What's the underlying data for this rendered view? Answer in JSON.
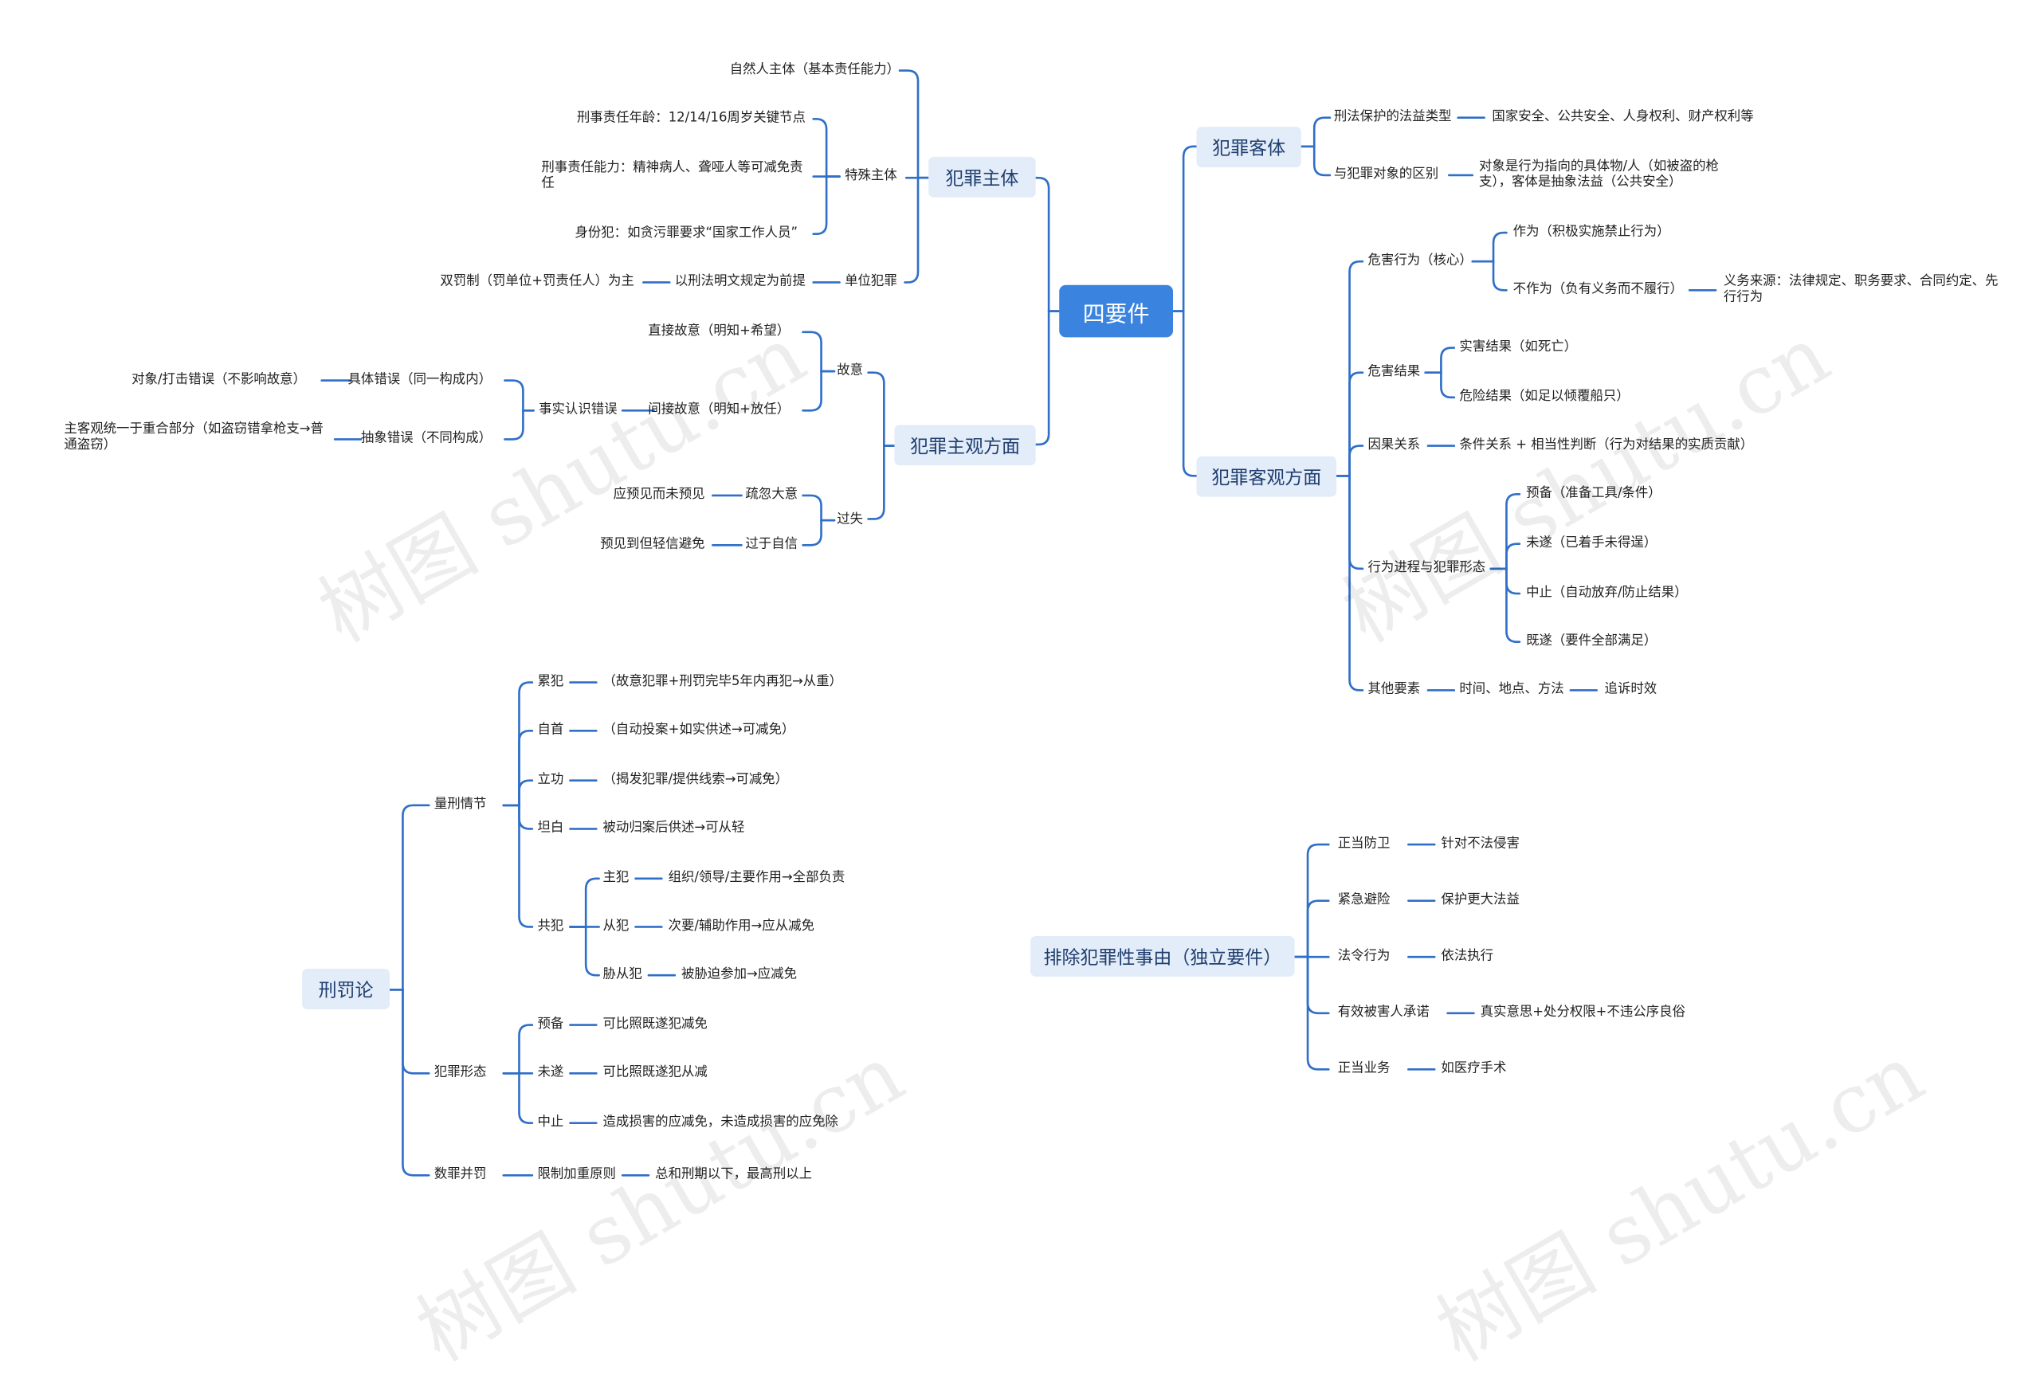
{
  "root": "四要件",
  "subject": {
    "title": "犯罪主体",
    "natural": "自然人主体（基本责任能力）",
    "special": "特殊主体",
    "age": "刑事责任年龄：12/14/16周岁关键节点",
    "capacity": "刑事责任能力：精神病人、聋哑人等可减免责任",
    "identity": "身份犯：如贪污罪要求“国家工作人员”",
    "unit": "单位犯罪",
    "unit_premise": "以刑法明文规定为前提",
    "unit_penalty": "双罚制（罚单位+罚责任人）为主"
  },
  "subjective": {
    "title": "犯罪主观方面",
    "intent": "故意",
    "direct": "直接故意（明知+希望）",
    "indirect": "间接故意（明知+放任）",
    "fact_error": "事实认识错误",
    "concrete": "具体错误（同一构成内）",
    "concrete_note": "对象/打击错误（不影响故意）",
    "abstract": "抽象错误（不同构成）",
    "abstract_note": "主客观统一于重合部分（如盗窃错拿枪支→普通盗窃）",
    "negligence": "过失",
    "careless": "疏忽大意",
    "careless_note": "应预见而未预见",
    "overconfident": "过于自信",
    "overconfident_note": "预见到但轻信避免"
  },
  "object": {
    "title": "犯罪客体",
    "types": "刑法保护的法益类型",
    "types_note": "国家安全、公共安全、人身权利、财产权利等",
    "diff": "与犯罪对象的区别",
    "diff_note": "对象是行为指向的具体物/人（如被盗的枪支），客体是抽象法益（公共安全）"
  },
  "objective": {
    "title": "犯罪客观方面",
    "act": "危害行为（核心）",
    "commission": "作为（积极实施禁止行为）",
    "omission": "不作为（负有义务而不履行）",
    "duty": "义务来源：法律规定、职务要求、合同约定、先行行为",
    "result": "危害结果",
    "actual": "实害结果（如死亡）",
    "danger": "危险结果（如足以倾覆船只）",
    "causation": "因果关系",
    "causation_note": "条件关系 + 相当性判断（行为对结果的实质贡献）",
    "stages": "行为进程与犯罪形态",
    "prep": "预备（准备工具/条件）",
    "attempt": "未遂（已着手未得逞）",
    "abandon": "中止（自动放弃/防止结果）",
    "complete": "既遂（要件全部满足）",
    "other": "其他要素",
    "other_note": "时间、地点、方法",
    "limitation": "追诉时效"
  },
  "exclusion": {
    "title": "排除犯罪性事由（独立要件）",
    "items": [
      {
        "k": "正当防卫",
        "v": "针对不法侵害"
      },
      {
        "k": "紧急避险",
        "v": "保护更大法益"
      },
      {
        "k": "法令行为",
        "v": "依法执行"
      },
      {
        "k": "有效被害人承诺",
        "v": "真实意思+处分权限+不违公序良俗"
      },
      {
        "k": "正当业务",
        "v": "如医疗手术"
      }
    ]
  },
  "penalty": {
    "title": "刑罚论",
    "sentencing": "量刑情节",
    "recid": "累犯",
    "recid_note": "（故意犯罪+刑罚完毕5年内再犯→从重）",
    "surrender": "自首",
    "surrender_note": "（自动投案+如实供述→可减免）",
    "merit": "立功",
    "merit_note": "（揭发犯罪/提供线索→可减免）",
    "confess": "坦白",
    "confess_note": "被动归案后供述→可从轻",
    "joint": "共犯",
    "principal": "主犯",
    "principal_note": "组织/领导/主要作用→全部负责",
    "accessory": "从犯",
    "accessory_note": "次要/辅助作用→应从减免",
    "coerced": "胁从犯",
    "coerced_note": "被胁迫参加→应减免",
    "forms": "犯罪形态",
    "f_prep": "预备",
    "f_prep_note": "可比照既遂犯减免",
    "f_attempt": "未遂",
    "f_attempt_note": "可比照既遂犯从减",
    "f_abandon": "中止",
    "f_abandon_note": "造成损害的应减免，未造成损害的应免除",
    "multiple": "数罪并罚",
    "mult_principle": "限制加重原则",
    "mult_note": "总和刑期以下，最高刑以上"
  },
  "watermark": "树图 shutu.cn",
  "colors": {
    "line": "#2f6fc8",
    "root_bg": "#3a84e0",
    "box_bg": "#e3ecf9"
  }
}
